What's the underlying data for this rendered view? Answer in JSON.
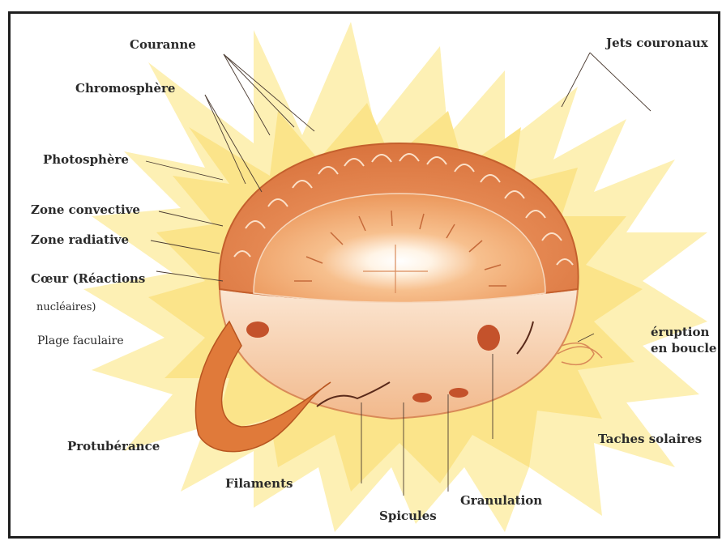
{
  "diagram": {
    "labels": {
      "couronne": "Couranne",
      "jets_couronaux": "Jets couronaux",
      "chromosphere": "Chromosphère",
      "photosphere": "Photosphère",
      "zone_convective": "Zone convective",
      "zone_radiative": "Zone radiative",
      "coeur_line1": "Cœur (Réactions",
      "coeur_line2": "nucléaires)",
      "plage_faculaire": "Plage faculaire",
      "eruption_line1": "éruption",
      "eruption_line2": "en boucle",
      "protuberance": "Protubérance",
      "taches_solaires": "Taches solaires",
      "filaments": "Filaments",
      "granulation": "Granulation",
      "spicules": "Spicules"
    },
    "colors": {
      "corona": "#fbe48a",
      "corona_light": "#fdf0b4",
      "sun_shell": "#e8945a",
      "sun_interior": "#f3b07d",
      "lower_hemisphere": "#f7d3b0",
      "core_glow": "#ffffff",
      "prominence": "#e07a3a",
      "text": "#2a2a2a",
      "frame": "#1e1e1e"
    }
  }
}
